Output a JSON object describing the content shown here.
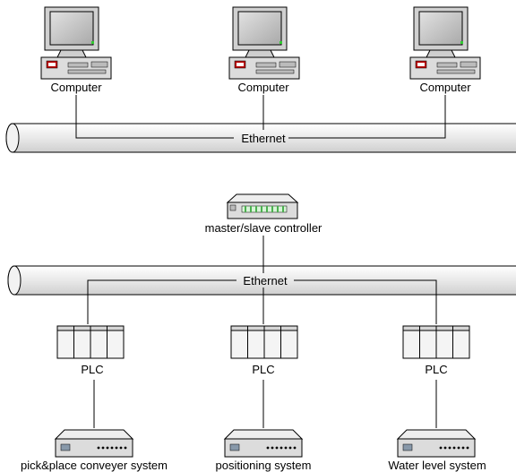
{
  "computers": [
    {
      "label": "Computer"
    },
    {
      "label": "Computer"
    },
    {
      "label": "Computer"
    }
  ],
  "networks": {
    "upper": {
      "label": "Ethernet"
    },
    "lower": {
      "label": "Ethernet"
    }
  },
  "controller": {
    "label": "master/slave controller"
  },
  "plcs": [
    {
      "label": "PLC"
    },
    {
      "label": "PLC"
    },
    {
      "label": "PLC"
    }
  ],
  "systems": [
    {
      "label": "pick&place conveyer system"
    },
    {
      "label": "positioning system"
    },
    {
      "label": "Water level system"
    }
  ],
  "colors": {
    "pipe_fill": "#e6e6e6",
    "pipe_stroke": "#000000",
    "monitor_screen": "#c8c8c8",
    "device_body": "#d9d9d9",
    "switch_leds": "#4caf50"
  }
}
